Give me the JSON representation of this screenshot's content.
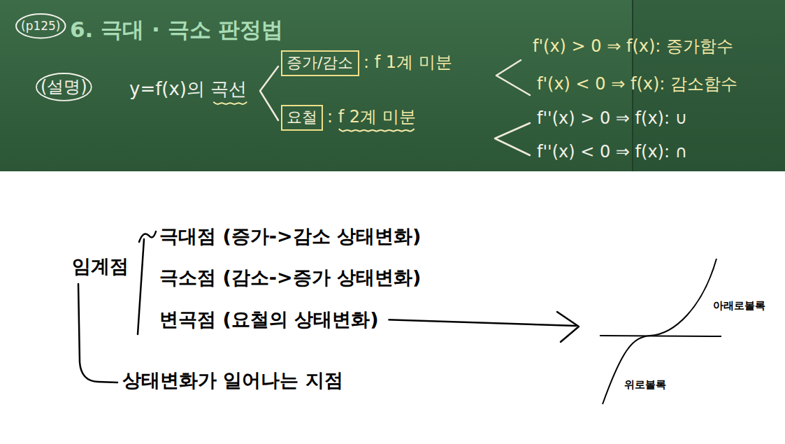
{
  "diagram": {
    "title": "6. 극대 · 극소 판정법",
    "nodes": [
      {
        "text": [
          "증가/감소"
        ]
      },
      {
        "text": [
          "요철"
        ]
      }
    ],
    "labels": [
      "(p125)",
      "(설명)",
      "y=f(x)의 곡선",
      ": f 1계 미분",
      ": f 2계 미분",
      "f'(x) > 0 ⇒ f(x): 증가함수",
      "f'(x) < 0 ⇒ f(x): 감소함수",
      "f''(x) > 0 ⇒ f(x): ∪",
      "f''(x) < 0 ⇒ f(x): ∩",
      "극대점 (증가->감소 상태변화)",
      "극소점 (감소->증가 상태변화)",
      "변곡점 (요철의 상태변화)",
      "임계점",
      "상태변화가 일어나는 지점",
      "아래로볼록",
      "위로볼록"
    ]
  }
}
